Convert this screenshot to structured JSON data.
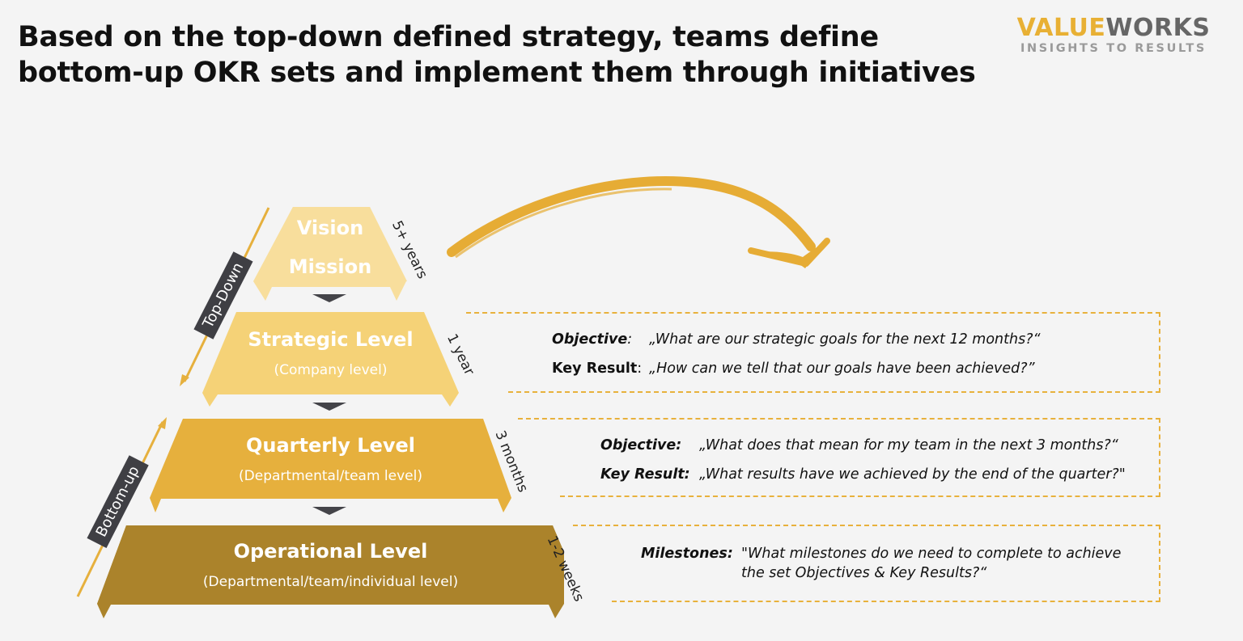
{
  "title": {
    "line1": "Based on the top-down defined strategy, teams define",
    "line2": "bottom-up OKR sets and implement them through initiatives"
  },
  "logo": {
    "brand_part1": "VALUE",
    "brand_part2": "WORKS",
    "tagline": "INSIGHTS TO RESULTS",
    "colors": {
      "accent": "#e8b034",
      "dark": "#666666",
      "tagline": "#9a9a9a"
    }
  },
  "pyramid": {
    "tiers": [
      {
        "main": "Vision",
        "sub": "Mission",
        "duration": "5+ years",
        "color": "#f8de9c"
      },
      {
        "main": "Strategic Level",
        "sub": "(Company level)",
        "duration": "1 year",
        "color": "#f5d277"
      },
      {
        "main": "Quarterly Level",
        "sub": "(Departmental/team level)",
        "duration": "3 months",
        "color": "#e6b03d"
      },
      {
        "main": "Operational Level",
        "sub": "(Departmental/team/individual level)",
        "duration": "1-2 weeks",
        "color": "#ab832b"
      }
    ],
    "arrow_color": "#444449",
    "side_labels": {
      "top_down": "Top-Down",
      "bottom_up": "Bottom-up"
    },
    "side_arrow_color": "#e6b03d"
  },
  "curved_arrow": {
    "color": "#e6ac35",
    "icon": "curved-arrow-icon"
  },
  "okr_boxes": [
    {
      "rows": [
        {
          "label": "Objective",
          "sep": ":",
          "text": "„What are our strategic goals for the next 12 months?“"
        },
        {
          "label": "Key Result",
          "sep": ":",
          "text": "„How can we tell that our goals have been achieved?”"
        }
      ]
    },
    {
      "rows": [
        {
          "label": "Objective:",
          "sep": "",
          "text": "„What does that mean for my team in the next 3 months?“"
        },
        {
          "label": "Key Result:",
          "sep": "",
          "text": "„What results have we achieved by the end of the quarter?\""
        }
      ]
    },
    {
      "rows": [
        {
          "label": "Milestones:",
          "sep": "",
          "text": "\"What milestones do we need to complete to achieve",
          "text2": "the set Objectives & Key Results?“"
        }
      ]
    }
  ]
}
